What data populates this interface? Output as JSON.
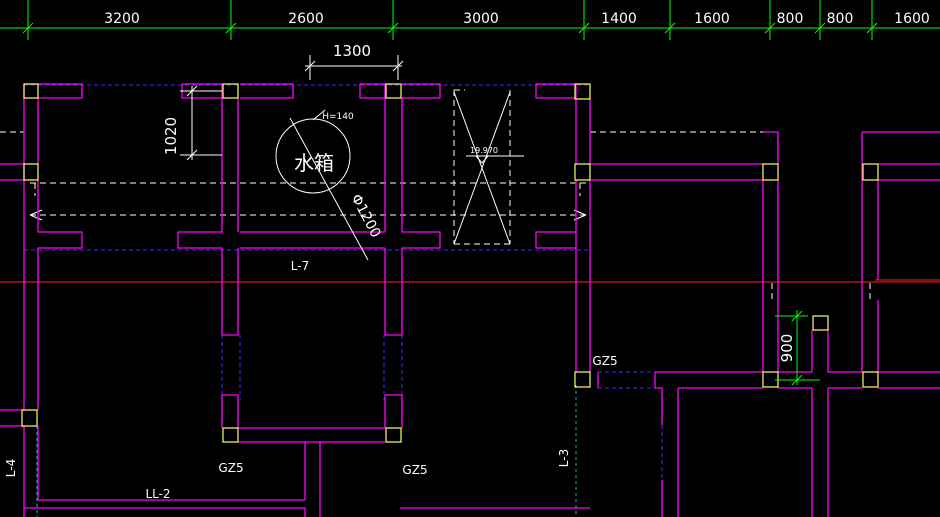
{
  "colors": {
    "background": "#000000",
    "dimension": "#00ff00",
    "wall": "#ff00ff",
    "column": "#ffff66",
    "red_axis": "#ff2020",
    "blue_dash": "#3030ff",
    "white": "#ffffff",
    "cyan": "#00ffff"
  },
  "top_dimensions": [
    "3200",
    "2600",
    "3000",
    "1400",
    "1600",
    "800",
    "800",
    "1600"
  ],
  "dim_1300": "1300",
  "dim_1020": "1020",
  "dim_900": "900",
  "tank_label": "水箱",
  "tank_height": "H=140",
  "tank_diameter": "Φ1200",
  "elevation": "19.970",
  "beam_l7": "L-7",
  "beam_ll2": "LL-2",
  "beam_l3": "L-3",
  "beam_l4": "L-4",
  "column_gz5_a": "GZ5",
  "column_gz5_b": "GZ5",
  "column_gz5_c": "GZ5"
}
